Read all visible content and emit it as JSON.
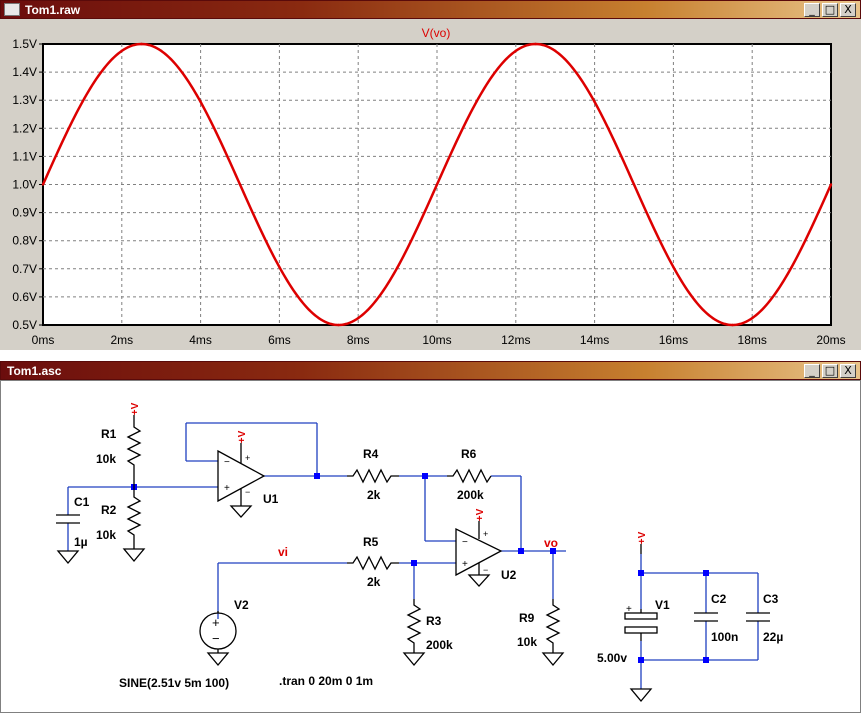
{
  "waveform_window": {
    "title": "Tom1.raw",
    "buttons": {
      "minimize": "_",
      "maximize": "□",
      "close": "X"
    }
  },
  "schematic_window": {
    "title": "Tom1.asc",
    "buttons": {
      "minimize": "_",
      "maximize": "□",
      "close": "X"
    }
  },
  "chart_data": {
    "type": "line",
    "title": "V(vo)",
    "xlabel": "",
    "ylabel": "",
    "x_ticks": [
      "0ms",
      "2ms",
      "4ms",
      "6ms",
      "8ms",
      "10ms",
      "12ms",
      "14ms",
      "16ms",
      "18ms",
      "20ms"
    ],
    "y_ticks": [
      "0.5V",
      "0.6V",
      "0.7V",
      "0.8V",
      "0.9V",
      "1.0V",
      "1.1V",
      "1.2V",
      "1.3V",
      "1.4V",
      "1.5V"
    ],
    "xlim": [
      0,
      20
    ],
    "ylim": [
      0.5,
      1.5
    ],
    "grid": true,
    "series": [
      {
        "name": "V(vo)",
        "color": "#dd0000",
        "function": {
          "offset": 1.0,
          "amplitude": 0.5,
          "frequency_hz": 100,
          "unit_x": "ms"
        },
        "x": [
          0,
          1,
          2,
          2.5,
          3,
          4,
          5,
          6,
          7,
          7.5,
          8,
          9,
          10,
          11,
          12,
          12.5,
          13,
          14,
          15,
          16,
          17,
          17.5,
          18,
          19,
          20
        ],
        "values": [
          1.0,
          1.294,
          1.476,
          1.5,
          1.476,
          1.294,
          1.0,
          0.706,
          0.524,
          0.5,
          0.524,
          0.706,
          1.0,
          1.294,
          1.476,
          1.5,
          1.476,
          1.294,
          1.0,
          0.706,
          0.524,
          0.5,
          0.524,
          0.706,
          1.0
        ]
      }
    ]
  },
  "schematic": {
    "supply_flag": "+V",
    "components": {
      "R1": {
        "name": "R1",
        "value": "10k"
      },
      "R2": {
        "name": "R2",
        "value": "10k"
      },
      "C1": {
        "name": "C1",
        "value": "1µ"
      },
      "U1": {
        "name": "U1"
      },
      "R4": {
        "name": "R4",
        "value": "2k"
      },
      "R6": {
        "name": "R6",
        "value": "200k"
      },
      "R5": {
        "name": "R5",
        "value": "2k"
      },
      "R3": {
        "name": "R3",
        "value": "200k"
      },
      "U2": {
        "name": "U2"
      },
      "R9": {
        "name": "R9",
        "value": "10k"
      },
      "V2": {
        "name": "V2",
        "value": "SINE(2.51v 5m 100)"
      },
      "V1": {
        "name": "V1",
        "value": "5.00v"
      },
      "C2": {
        "name": "C2",
        "value": "100n"
      },
      "C3": {
        "name": "C3",
        "value": "22µ"
      }
    },
    "nets": {
      "vi": "vi",
      "vo": "vo"
    },
    "directive": ".tran 0 20m 0 1m"
  },
  "colors": {
    "trace": "#dd0000",
    "grid": "#808080",
    "wire": "#2040c0",
    "component": "#000000",
    "label_red": "#dd0000",
    "junction": "#0000ff",
    "titlebar_start": "#6b0d0d",
    "titlebar_end": "#e9c48a"
  }
}
